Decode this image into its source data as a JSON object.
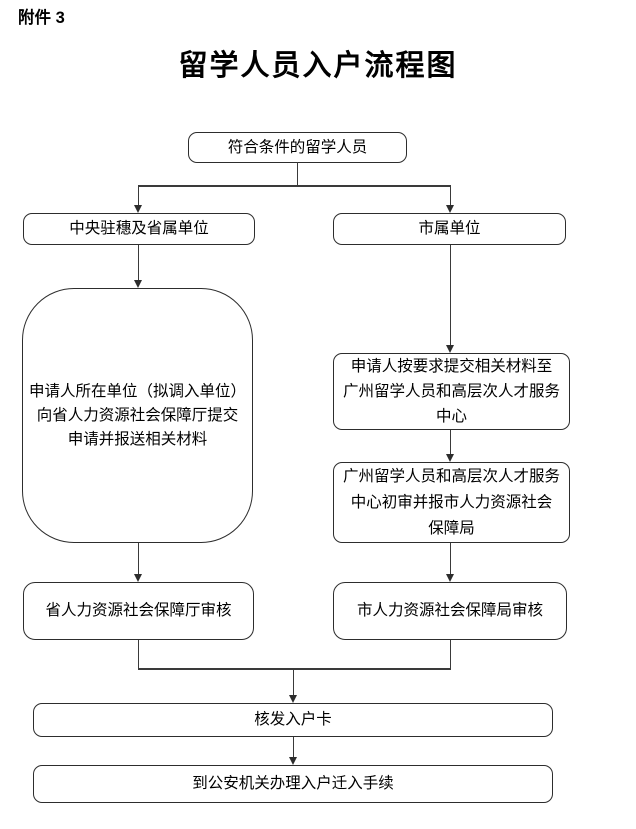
{
  "page": {
    "attachment_label": "附件 3",
    "title": "留学人员入户流程图"
  },
  "flowchart": {
    "start": {
      "label": "符合条件的留学人员"
    },
    "branch_left": {
      "label": "中央驻穗及省属单位"
    },
    "branch_right": {
      "label": "市属单位"
    },
    "left_step1": {
      "line1": "申请人所在单位（拟调入单位）",
      "line2": "向省人力资源社会保障厅提交",
      "line3": "申请并报送相关材料"
    },
    "right_step1": {
      "line1": "申请人按要求提交相关材料至",
      "line2": "广州留学人员和高层次人才服务",
      "line3": "中心"
    },
    "right_step2": {
      "line1": "广州留学人员和高层次人才服务",
      "line2": "中心初审并报市人力资源社会",
      "line3": "保障局"
    },
    "left_review": {
      "label": "省人力资源社会保障厅审核"
    },
    "right_review": {
      "label": "市人力资源社会保障局审核"
    },
    "issue_card": {
      "label": "核发入户卡"
    },
    "final_step": {
      "label": "到公安机关办理入户迁入手续"
    }
  },
  "colors": {
    "line": "#3a3a3a",
    "border": "#2d2d2d",
    "background": "#ffffff"
  }
}
